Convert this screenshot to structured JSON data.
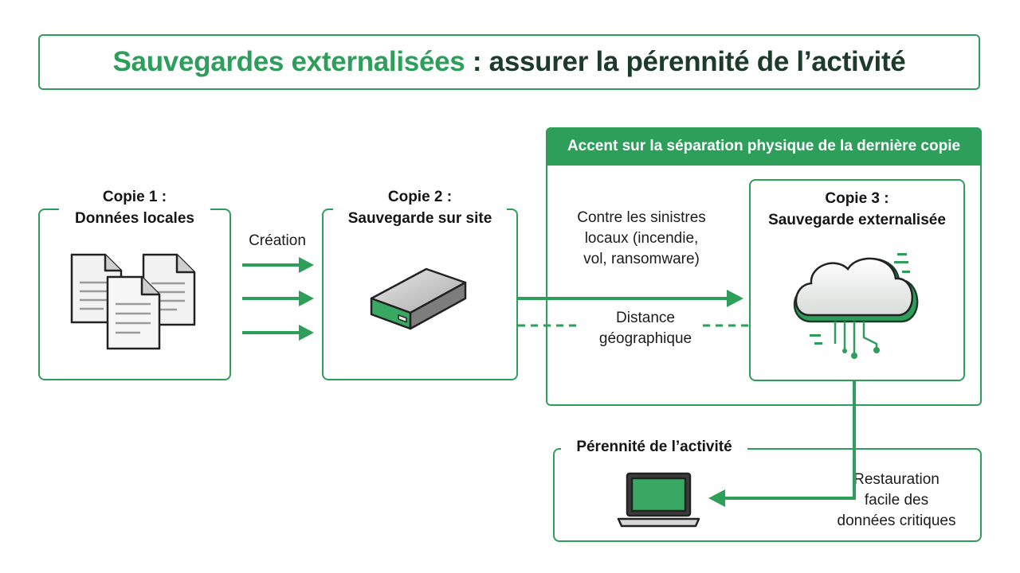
{
  "title": {
    "accent": "Sauvegardes externalisées",
    "rest": " : assurer la pérennité de l’activité"
  },
  "copy1": {
    "line1": "Copie 1 :",
    "line2": "Données locales"
  },
  "copy2": {
    "line1": "Copie 2 :",
    "line2": "Sauvegarde sur site"
  },
  "copy3": {
    "line1": "Copie 3 :",
    "line2": "Sauvegarde externalisée"
  },
  "creation_label": "Création",
  "banner": "Accent sur la séparation physique de la dernière copie",
  "threat": {
    "line1": "Contre les sinistres",
    "line2": "locaux (incendie,",
    "line3": "vol, ransomware)"
  },
  "distance": {
    "line1": "Distance",
    "line2": "géographique"
  },
  "continuity": {
    "label": "Pérennité de l’activité"
  },
  "restore": {
    "line1": "Restauration",
    "line2": "facile des",
    "line3": "données critiques"
  },
  "colors": {
    "accent": "#2e9e5b",
    "dark_title": "#1d3b2a"
  }
}
